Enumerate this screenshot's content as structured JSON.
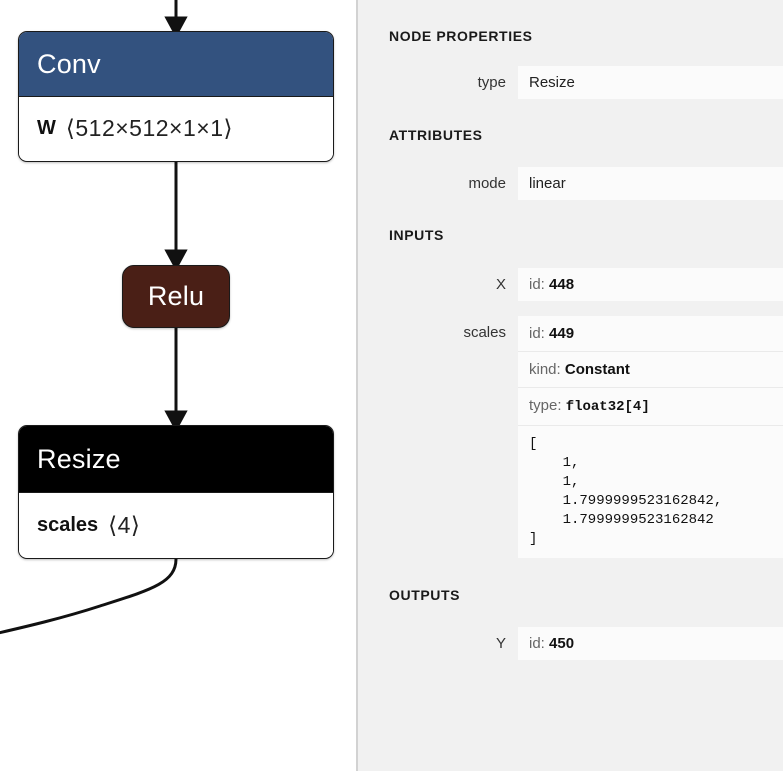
{
  "graph": {
    "nodes": [
      {
        "id": "conv",
        "title": "Conv",
        "header_color": "#33527f",
        "attribute_name": "W",
        "attribute_dims": "⟨512×512×1×1⟩"
      },
      {
        "id": "relu",
        "title": "Relu",
        "header_color": "#4a1f16"
      },
      {
        "id": "resize",
        "title": "Resize",
        "header_color": "#000000",
        "attribute_name": "scales",
        "attribute_dims": "⟨4⟩",
        "selected": true
      }
    ],
    "edges": [
      {
        "from": "incoming",
        "to": "conv"
      },
      {
        "from": "conv",
        "to": "relu"
      },
      {
        "from": "relu",
        "to": "resize"
      },
      {
        "from": "resize",
        "to": "offscreen-left"
      }
    ]
  },
  "panel": {
    "sections": {
      "node_properties": {
        "header": "NODE PROPERTIES",
        "rows": [
          {
            "label": "type",
            "value": "Resize"
          }
        ]
      },
      "attributes": {
        "header": "ATTRIBUTES",
        "rows": [
          {
            "label": "mode",
            "value": "linear"
          }
        ]
      },
      "inputs": {
        "header": "INPUTS",
        "rows": [
          {
            "label": "X",
            "id_key": "id:",
            "id_value": "448"
          },
          {
            "label": "scales",
            "id_key": "id:",
            "id_value": "449",
            "kind_key": "kind:",
            "kind_value": "Constant",
            "type_key": "type:",
            "type_value": "float32[4]",
            "array_text": "[\n    1,\n    1,\n    1.7999999523162842,\n    1.7999999523162842\n]",
            "array_values": [
              1,
              1,
              1.7999999523162842,
              1.7999999523162842
            ]
          }
        ]
      },
      "outputs": {
        "header": "OUTPUTS",
        "rows": [
          {
            "label": "Y",
            "id_key": "id:",
            "id_value": "450"
          }
        ]
      }
    }
  },
  "colors": {
    "panel_background": "#f1f1f1",
    "field_background": "#fbfbfb",
    "divider": "#d2d2d2",
    "canvas_background": "#ffffff",
    "conv_header": "#33527f",
    "relu_fill": "#4a1f16",
    "resize_header_selected": "#000000",
    "edge_stroke": "#111111"
  }
}
